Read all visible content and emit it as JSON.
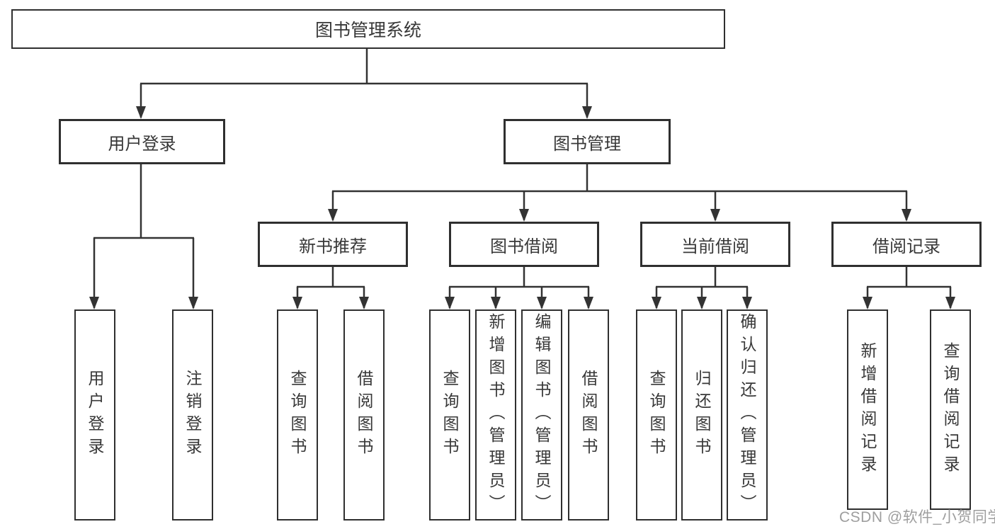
{
  "diagram": {
    "root": {
      "label": "图书管理系统"
    },
    "level2": [
      {
        "label": "用户登录",
        "parent": "图书管理系统"
      },
      {
        "label": "图书管理",
        "parent": "图书管理系统"
      }
    ],
    "level3": [
      {
        "label": "新书推荐",
        "parent": "图书管理"
      },
      {
        "label": "图书借阅",
        "parent": "图书管理"
      },
      {
        "label": "当前借阅",
        "parent": "图书管理"
      },
      {
        "label": "借阅记录",
        "parent": "图书管理"
      }
    ],
    "leaves": [
      {
        "label": "用户登录",
        "parent": "用户登录"
      },
      {
        "label": "注销登录",
        "parent": "用户登录"
      },
      {
        "label": "查询图书",
        "parent": "新书推荐"
      },
      {
        "label": "借阅图书",
        "parent": "新书推荐"
      },
      {
        "label": "查询图书",
        "parent": "图书借阅"
      },
      {
        "label": "新增图书（管理员）",
        "parent": "图书借阅"
      },
      {
        "label": "编辑图书（管理员）",
        "parent": "图书借阅"
      },
      {
        "label": "借阅图书",
        "parent": "图书借阅"
      },
      {
        "label": "查询图书",
        "parent": "当前借阅"
      },
      {
        "label": "归还图书",
        "parent": "当前借阅"
      },
      {
        "label": "确认归还（管理员）",
        "parent": "当前借阅"
      },
      {
        "label": "新增借阅记录",
        "parent": "借阅记录"
      },
      {
        "label": "查询借阅记录",
        "parent": "借阅记录"
      }
    ]
  },
  "watermark": {
    "text": "CSDN @软件_小贺同学",
    "color": "#9e9e9e"
  },
  "colors": {
    "line": "#333333",
    "box_border": "#2f2f2f",
    "text": "#383838",
    "background": "#ffffff"
  }
}
